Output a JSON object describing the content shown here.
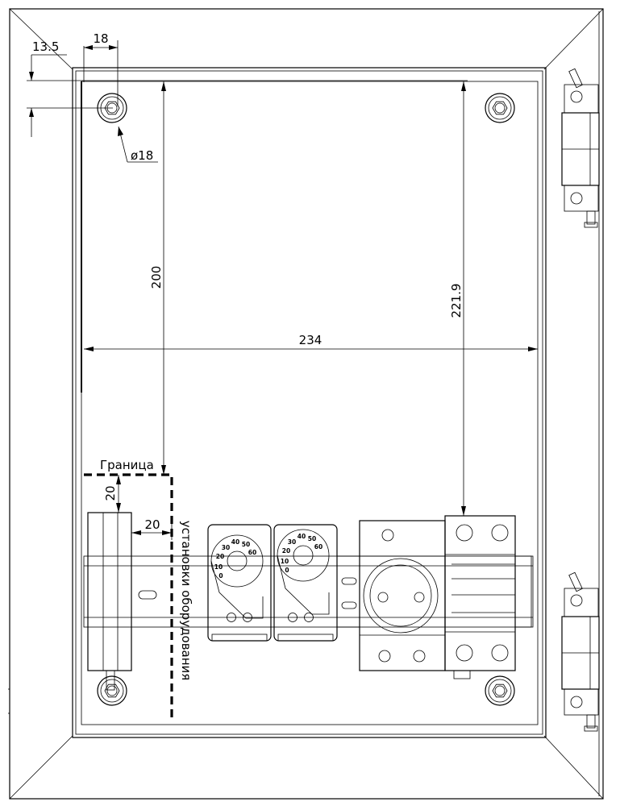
{
  "dimensions": {
    "d_13_5": "13.5",
    "d_18": "18",
    "d_phi18": "ø18",
    "d_200": "200",
    "d_221_9": "221.9",
    "d_234": "234",
    "d_20_vertical": "20",
    "d_20_horizontal": "20"
  },
  "labels": {
    "boundary": "Граница",
    "equipment_zone": "установки оборудования"
  },
  "thermostat_scale": [
    "0",
    "10",
    "20",
    "30",
    "40",
    "50",
    "60"
  ]
}
